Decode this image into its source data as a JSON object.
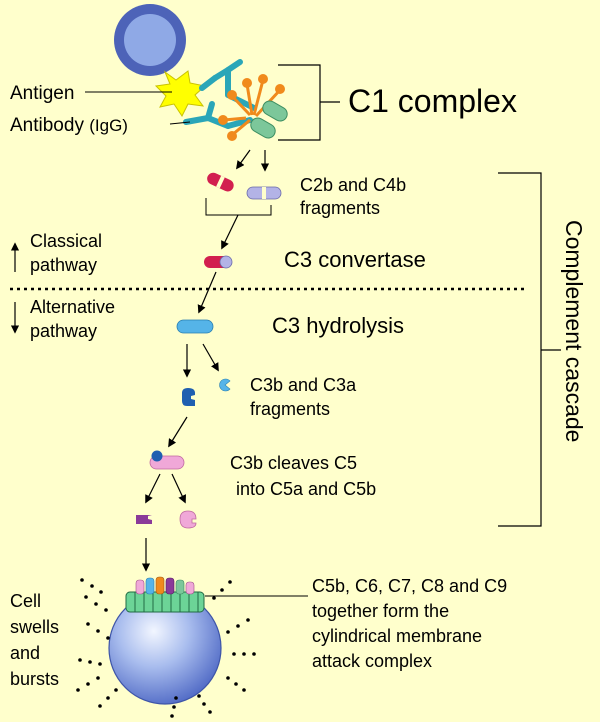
{
  "labels": {
    "antigen": "Antigen",
    "antibody": "Antibody",
    "antibody_class": "(IgG)",
    "c1_complex": "C1 complex",
    "c2b_c4b_line1": "C2b and C4b",
    "c2b_c4b_line2": "fragments",
    "classical_line1": "Classical",
    "classical_line2": "pathway",
    "c3_convertase": "C3 convertase",
    "alternative_line1": "Alternative",
    "alternative_line2": "pathway",
    "c3_hydrolysis": "C3 hydrolysis",
    "c3b_c3a_line1": "C3b and C3a",
    "c3b_c3a_line2": "fragments",
    "c3b_cleaves_line1": "C3b cleaves C5",
    "c3b_cleaves_line2": "into C5a and C5b",
    "complement_cascade": "Complement cascade",
    "cell_line1": "Cell",
    "cell_line2": "swells",
    "cell_line3": "and",
    "cell_line4": "bursts",
    "mac_line1": "C5b, C6, C7, C8 and C9",
    "mac_line2": "together form the",
    "mac_line3": "cylindrical membrane",
    "mac_line4": "attack complex"
  },
  "colors": {
    "background": "#ffffcc",
    "cell_blue": "#8fa9e6",
    "cell_ring": "#4d63b8",
    "antigen_yellow": "#ffff00",
    "antibody_teal": "#2aa6b8",
    "c1_orange": "#f08a1c",
    "c1_green": "#7cc79a",
    "c2b_red": "#d21f4f",
    "c4b_lilac": "#b3b3e6",
    "c3_blue": "#55b4e8",
    "c3b_navy": "#1f5fb0",
    "c5a_purple": "#8a3a99",
    "c5b_pink": "#f0a8d8"
  }
}
